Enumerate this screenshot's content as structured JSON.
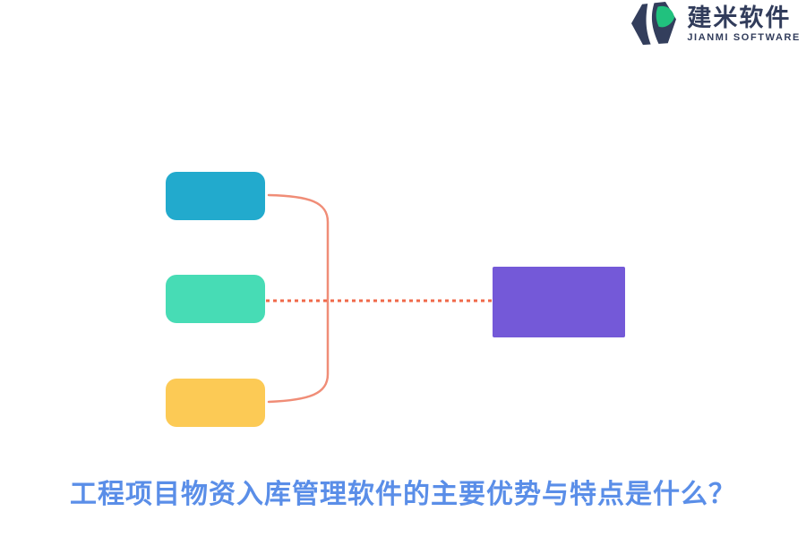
{
  "logo": {
    "brand_name": "建米软件",
    "brand_subtitle": "JIANMI SOFTWARE",
    "brand_color": "#313c5b",
    "icon_navy": "#333e5c",
    "icon_green": "#21c17e",
    "icon_name": "jianmi-hexagon-logo"
  },
  "diagram": {
    "nodes": [
      {
        "id": "node-top",
        "color": "#22aacd"
      },
      {
        "id": "node-middle",
        "color": "#47dcb5"
      },
      {
        "id": "node-bottom",
        "color": "#fcca55"
      },
      {
        "id": "node-result",
        "color": "#7459d8"
      }
    ],
    "bracket_color": "#f08d77",
    "dotted_color": "#f0694a"
  },
  "footer": {
    "title": "工程项目物资入库管理软件的主要优势与特点是什么？",
    "title_color": "#5a8ee8"
  }
}
